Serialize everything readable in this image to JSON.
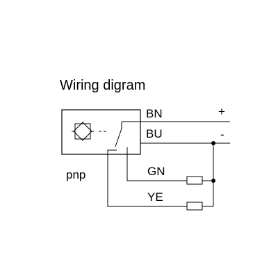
{
  "title": "Wiring digram",
  "sensor_type": "pnp",
  "wires": {
    "bn": {
      "label": "BN",
      "polarity": "+"
    },
    "bu": {
      "label": "BU",
      "polarity": "-"
    },
    "gn": {
      "label": "GN"
    },
    "ye": {
      "label": "YE"
    }
  }
}
